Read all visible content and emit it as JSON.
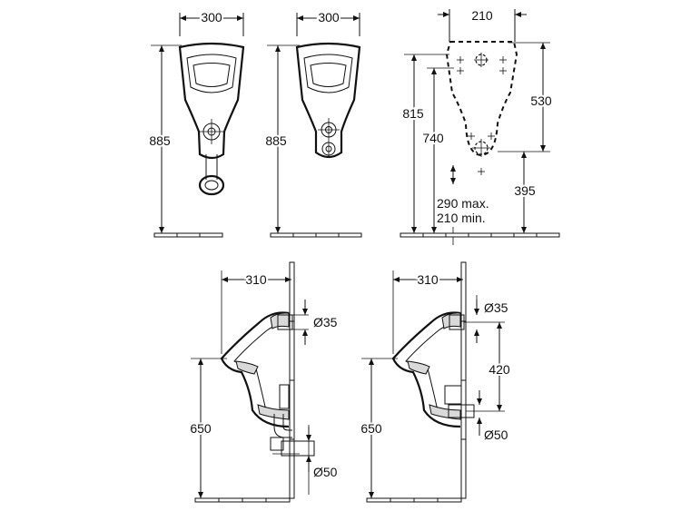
{
  "front_view_spigot": {
    "width": "300",
    "height": "885"
  },
  "front_view_concealed": {
    "width": "300",
    "height": "885"
  },
  "installation_plan": {
    "width": "210",
    "overall_height": "815",
    "rim_height": "740",
    "fixing_height": "530",
    "outlet_height": "395",
    "range_max": "290 max.",
    "range_min": "210 min."
  },
  "side_view_spigot": {
    "projection": "310",
    "inlet_diameter": "Ø35",
    "rim_height": "650",
    "outlet_diameter": "Ø50"
  },
  "side_view_concealed": {
    "projection": "310",
    "inlet_diameter": "Ø35",
    "inlet_outlet_distance": "420",
    "rim_height": "650",
    "outlet_diameter": "Ø50"
  }
}
